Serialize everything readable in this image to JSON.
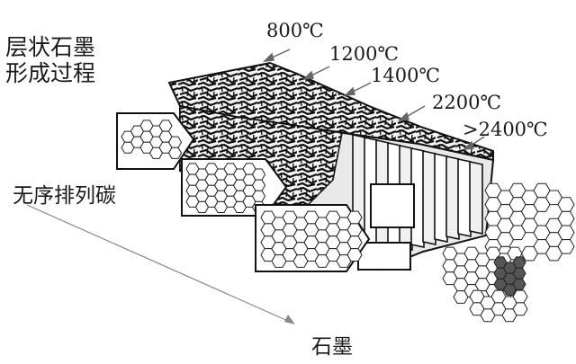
{
  "title_lines": [
    "层状石墨",
    "形成过程"
  ],
  "temperatures": [
    "800℃",
    "1200℃",
    "1400℃",
    "2200℃",
    ">2400℃"
  ],
  "labels": {
    "disordered": "无序排列碳",
    "graphite": "石墨"
  },
  "colors": {
    "ink": "#1a1a1a",
    "arrow": "#666666",
    "background": "#ffffff"
  }
}
